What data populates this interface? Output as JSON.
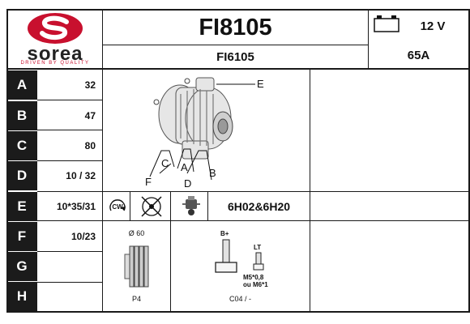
{
  "brand": {
    "name": "sorea",
    "tagline": "DRIVEN BY QUALITY",
    "color": "#c8102e"
  },
  "header": {
    "part_number": "FI8105",
    "alt_number": "FI6105",
    "voltage": "12 V",
    "amperage": "65A"
  },
  "rows": [
    {
      "label": "A",
      "value": "32"
    },
    {
      "label": "B",
      "value": "47"
    },
    {
      "label": "C",
      "value": "80"
    },
    {
      "label": "D",
      "value": "10 / 32"
    },
    {
      "label": "E",
      "value": "10*35/31"
    },
    {
      "label": "F",
      "value": "10/23"
    },
    {
      "label": "G",
      "value": ""
    },
    {
      "label": "H",
      "value": ""
    }
  ],
  "diagram": {
    "labels": {
      "a": "A",
      "b": "B",
      "c": "C",
      "d": "D",
      "e": "E",
      "f": "F"
    }
  },
  "rotation": {
    "label": "CW"
  },
  "connector_code": "6H02&6H20",
  "pulley": {
    "diameter": "Ø 60",
    "type": "P4"
  },
  "terminals": {
    "b_plus": "B+",
    "lt": "LT",
    "thread": "M5*0,8",
    "thread_alt": "ou M6*1",
    "code": "C04 / -"
  }
}
